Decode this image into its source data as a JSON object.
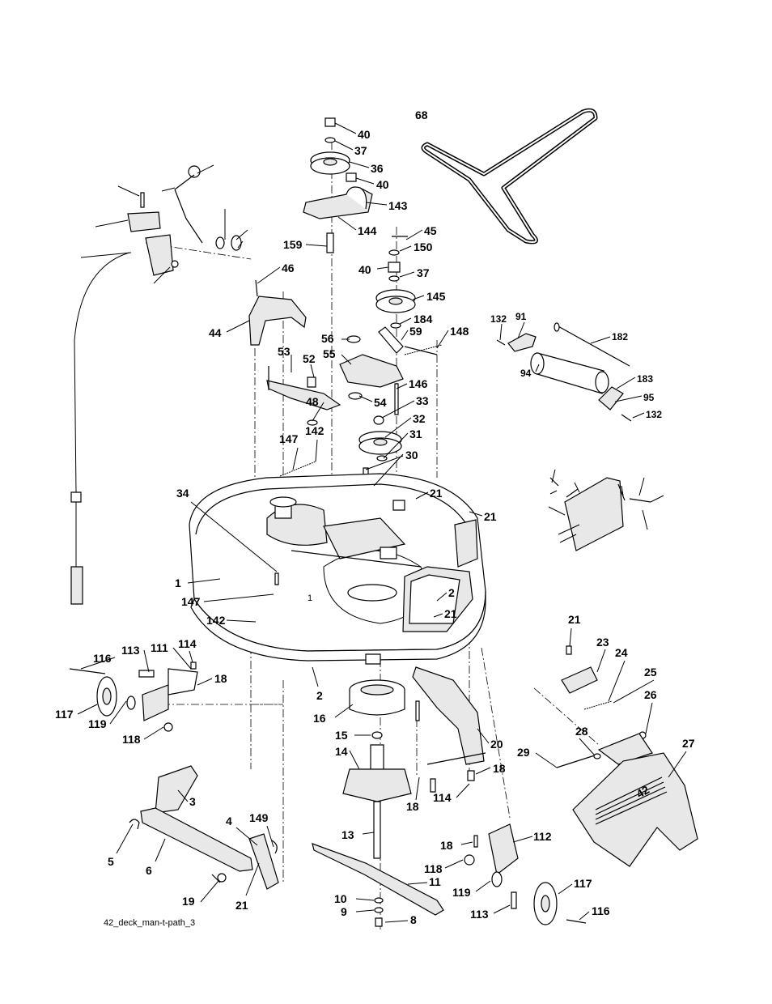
{
  "diagram": {
    "caption": "42_deck_man-t-path_3",
    "colors": {
      "ink": "#000000",
      "paper": "#ffffff",
      "shade": "#e8e8e8"
    },
    "deck_badge": "42",
    "deck_mark": "1",
    "labels": [
      "40",
      "37",
      "36",
      "40",
      "143",
      "144",
      "159",
      "68",
      "45",
      "150",
      "40",
      "37",
      "145",
      "184",
      "59",
      "148",
      "46",
      "44",
      "56",
      "55",
      "53",
      "52",
      "48",
      "54",
      "146",
      "33",
      "32",
      "31",
      "30",
      "132",
      "91",
      "182",
      "94",
      "183",
      "95",
      "132",
      "147",
      "142",
      "34",
      "21",
      "21",
      "1",
      "147",
      "2",
      "21",
      "142",
      "116",
      "113",
      "111",
      "114",
      "18",
      "117",
      "119",
      "118",
      "2",
      "16",
      "15",
      "14",
      "20",
      "18",
      "114",
      "18",
      "21",
      "23",
      "24",
      "25",
      "26",
      "27",
      "28",
      "29",
      "3",
      "4",
      "149",
      "5",
      "6",
      "19",
      "21",
      "13",
      "11",
      "10",
      "9",
      "8",
      "18",
      "112",
      "118",
      "119",
      "117",
      "113",
      "116"
    ]
  }
}
